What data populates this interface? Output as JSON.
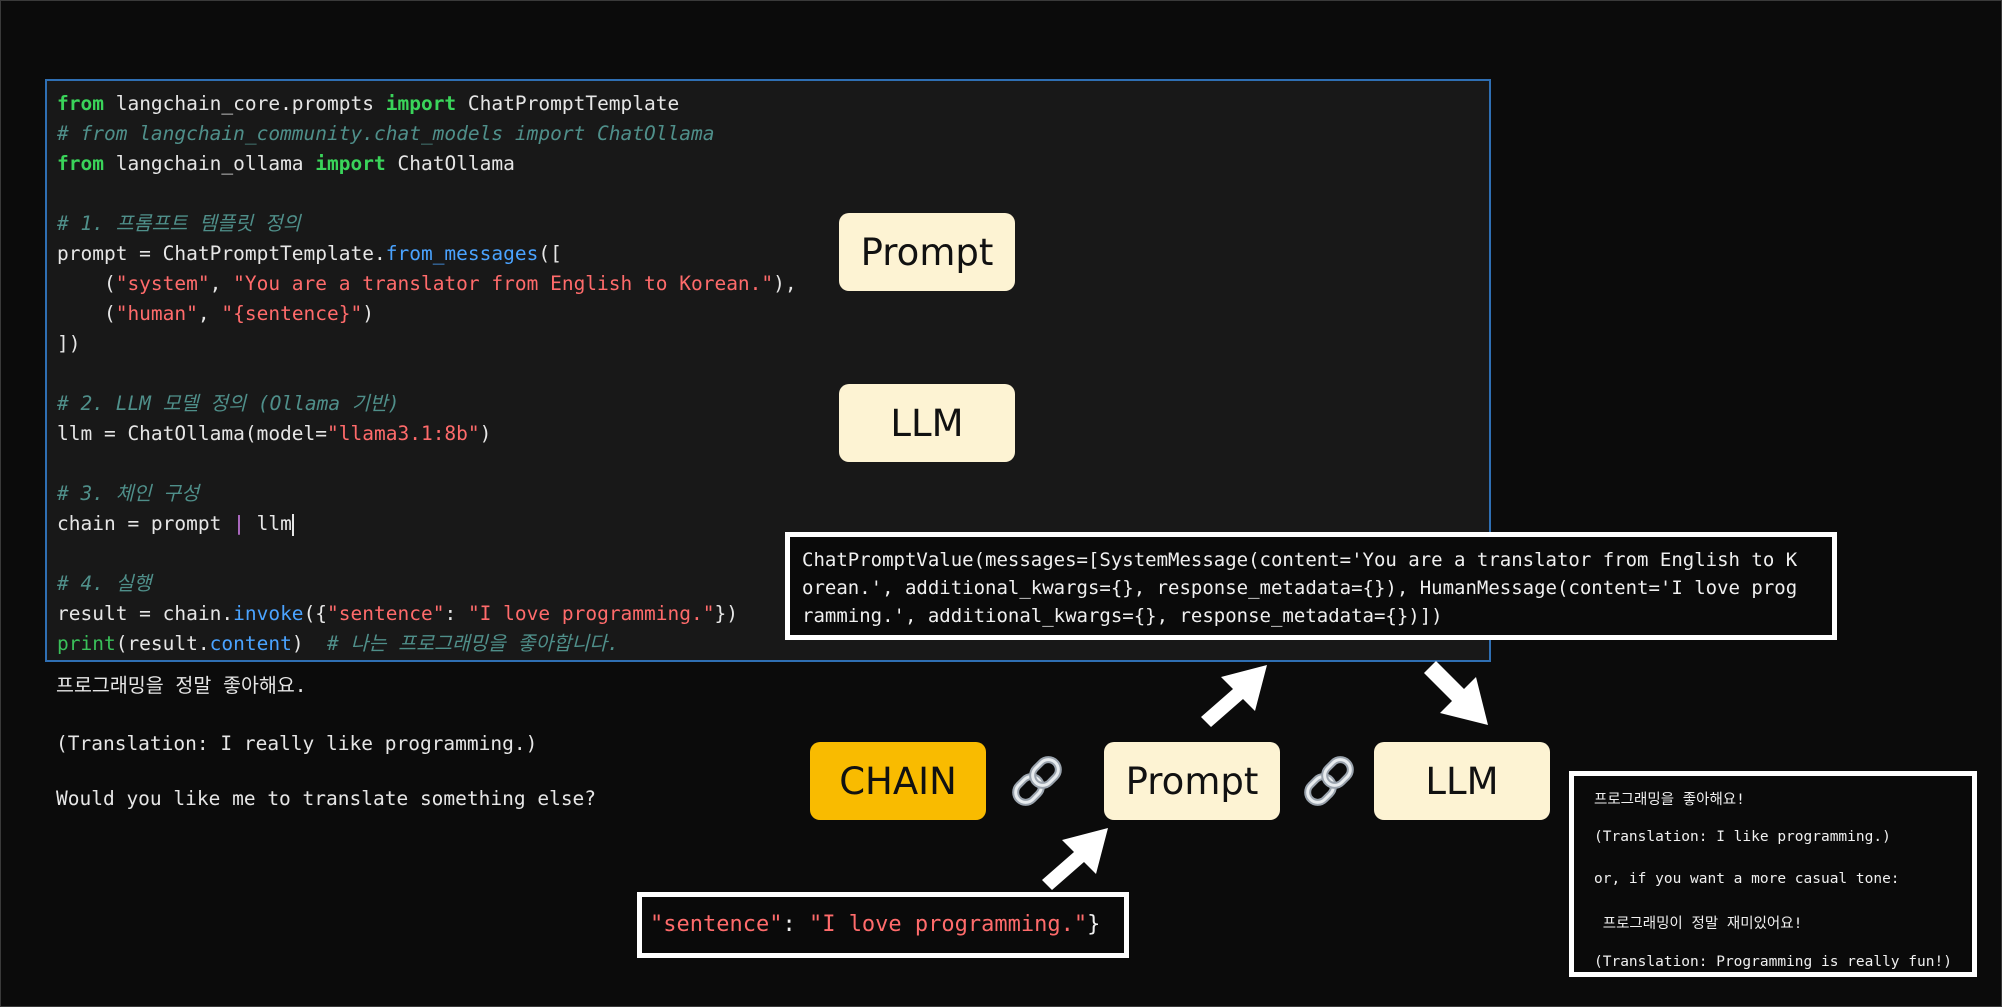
{
  "code": {
    "l1": {
      "a": "from",
      "b": " langchain_core.prompts ",
      "c": "import",
      "d": " ChatPromptTemplate"
    },
    "l2": "# from langchain_community.chat_models import ChatOllama",
    "l3": {
      "a": "from",
      "b": " langchain_ollama ",
      "c": "import",
      "d": " ChatOllama"
    },
    "l5": "# 1. 프롬프트 템플릿 정의",
    "l6": {
      "a": "prompt = ChatPromptTemplate.",
      "b": "from_messages",
      "c": "(["
    },
    "l7": {
      "a": "    (",
      "b": "\"system\"",
      "c": ", ",
      "d": "\"You are a translator from English to Korean.\"",
      "e": "),"
    },
    "l8": {
      "a": "    (",
      "b": "\"human\"",
      "c": ", ",
      "d": "\"{sentence}\"",
      "e": ")"
    },
    "l9": "])",
    "l11": "# 2. LLM 모델 정의 (Ollama 기반)",
    "l12": {
      "a": "llm = ChatOllama(model=",
      "b": "\"llama3.1:8b\"",
      "c": ")"
    },
    "l14": "# 3. 체인 구성",
    "l15": {
      "a": "chain = prompt ",
      "b": "|",
      "c": " llm"
    },
    "l17": "# 4. 실행",
    "l18": {
      "a": "result = chain.",
      "b": "invoke",
      "c": "({",
      "d": "\"sentence\"",
      "e": ": ",
      "f": "\"I love programming.\"",
      "g": "})"
    },
    "l19": {
      "a": "print",
      "b": "(result.",
      "c": "content",
      "d": ")  ",
      "e": "# 나는 프로그래밍을 좋아합니다."
    }
  },
  "output": {
    "line1": "프로그래밍을 정말 좋아해요.",
    "line2": "(Translation: I really like programming.)",
    "line3": "Would you like me to translate something else?"
  },
  "labels": {
    "prompt_top": "Prompt",
    "llm_top": "LLM",
    "chain": "CHAIN",
    "prompt_chain": "Prompt",
    "llm_chain": "LLM"
  },
  "prompt_value": {
    "line1": "ChatPromptValue(messages=[SystemMessage(content='You are a translator from English to K",
    "line2": "orean.', additional_kwargs={}, response_metadata={}), HumanMessage(content='I love prog",
    "line3": "ramming.', additional_kwargs={}, response_metadata={})])"
  },
  "input_callout": {
    "key": "\"sentence\"",
    "sep": ": ",
    "value": "\"I love programming.\"",
    "close": "}"
  },
  "result_callout": {
    "line1": "프로그래밍을 좋아해요!",
    "line2": "(Translation: I like programming.)",
    "line3": "or, if you want a more casual tone:",
    "line4": " 프로그래밍이 정말 재미있어요!",
    "line5": "(Translation: Programming is really fun!)"
  },
  "icons": {
    "link": "link-icon",
    "arrow": "arrow-icon"
  }
}
